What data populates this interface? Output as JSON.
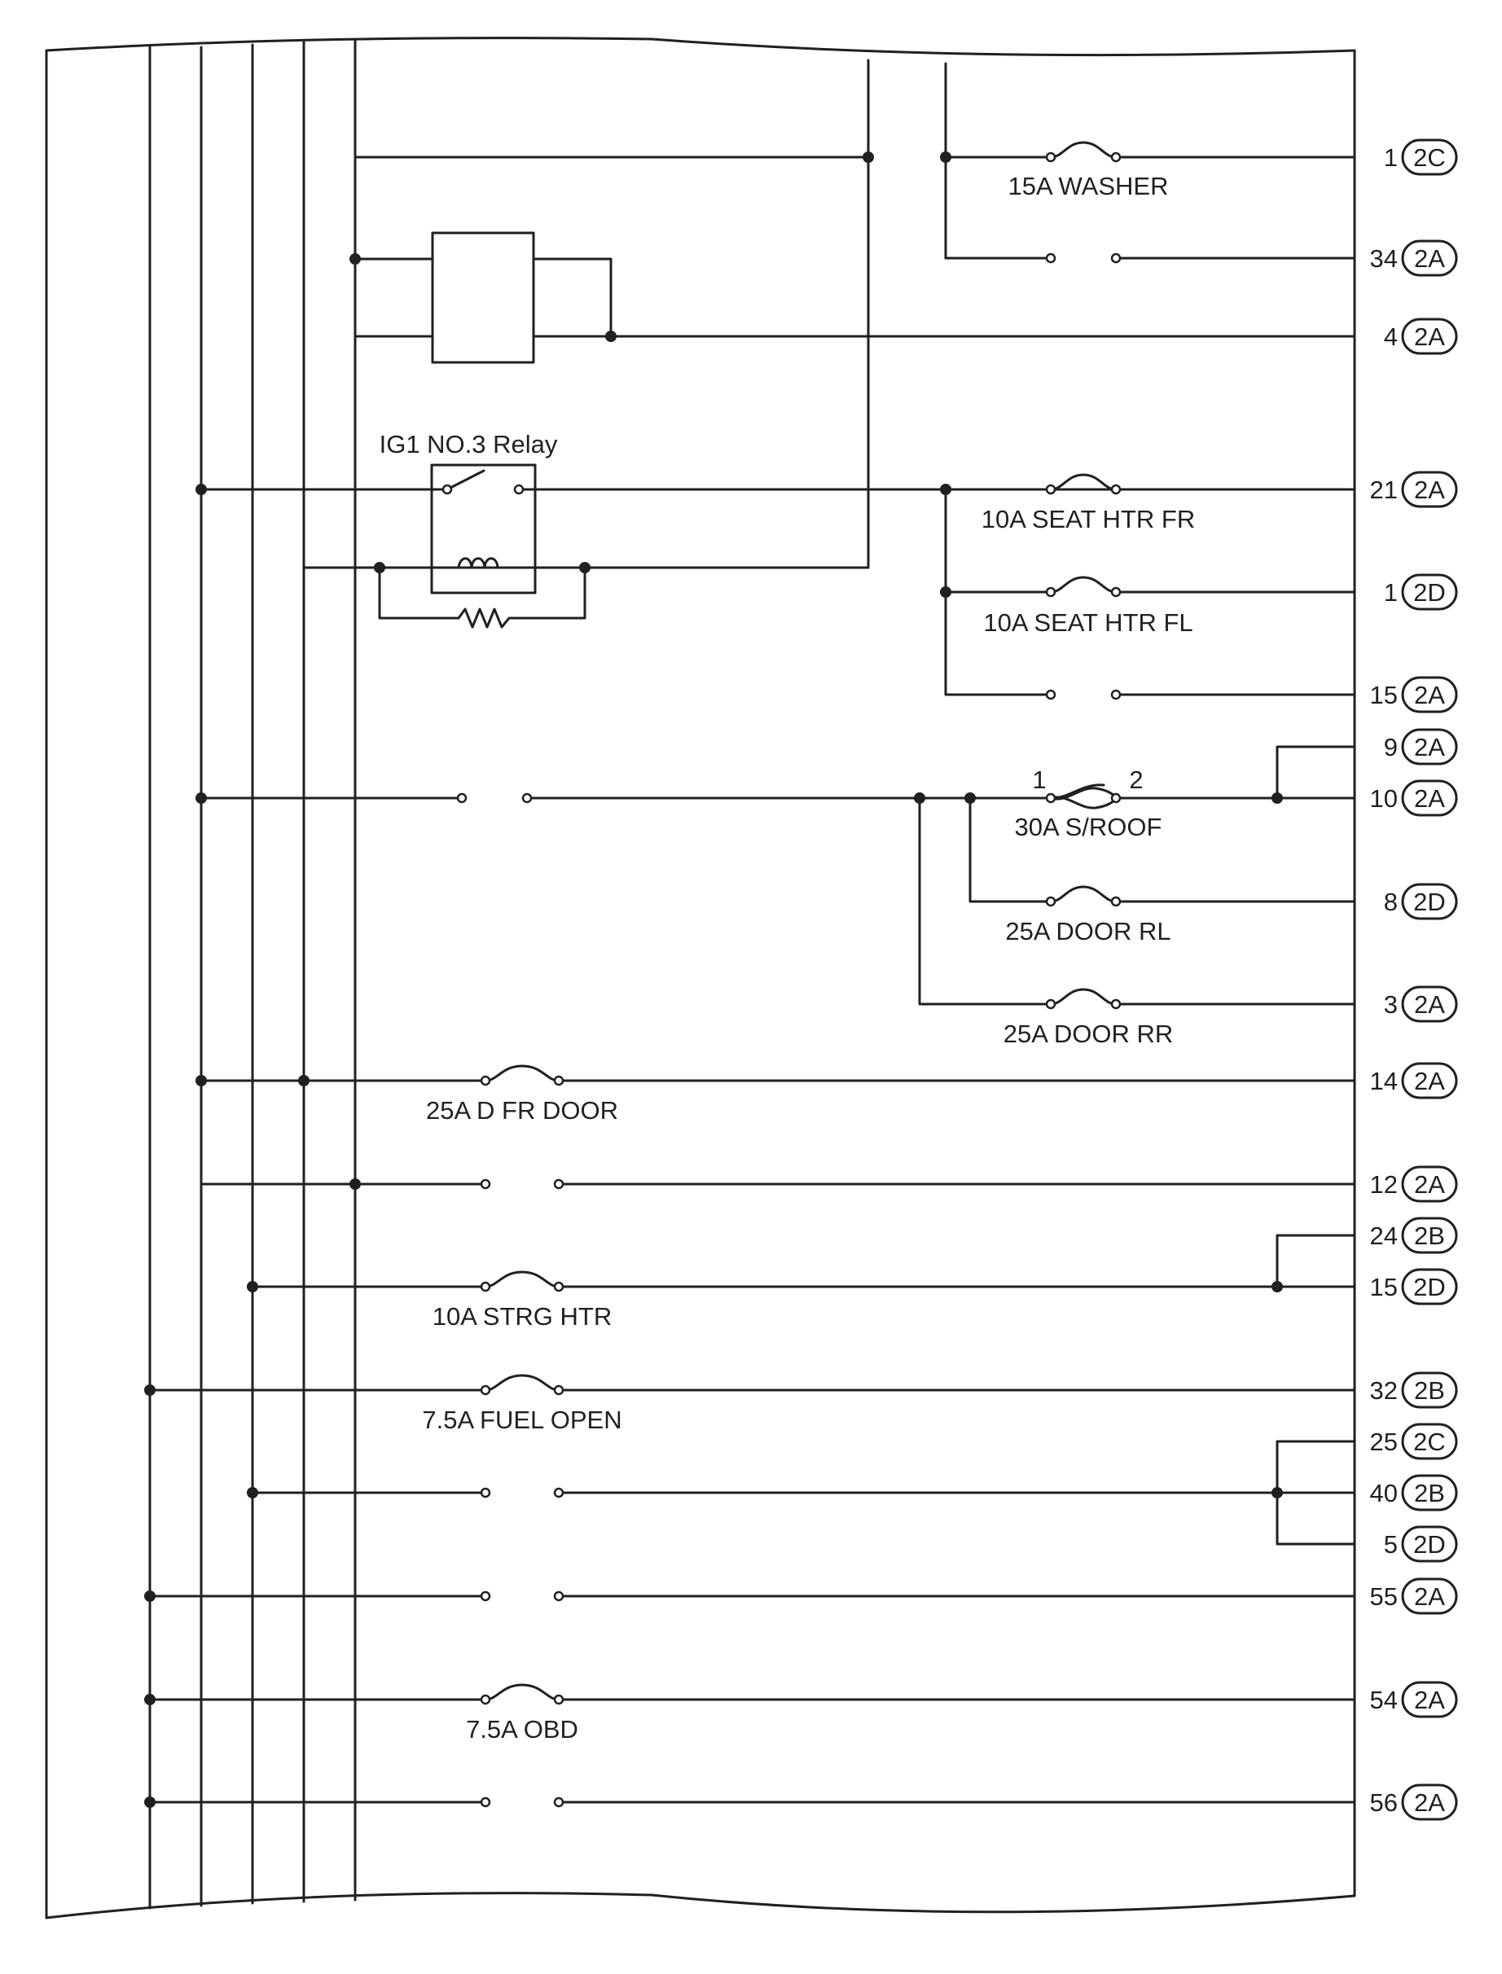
{
  "relay": {
    "title": "IG1 NO.3 Relay"
  },
  "fuses": [
    {
      "id": "washer",
      "label": "15A WASHER"
    },
    {
      "id": "seat-htr-fr",
      "label": "10A SEAT HTR FR"
    },
    {
      "id": "seat-htr-fl",
      "label": "10A SEAT HTR FL"
    },
    {
      "id": "s-roof",
      "label": "30A S/ROOF",
      "pin_left": "1",
      "pin_right": "2"
    },
    {
      "id": "door-rl",
      "label": "25A DOOR RL"
    },
    {
      "id": "door-rr",
      "label": "25A DOOR RR"
    },
    {
      "id": "d-fr-door",
      "label": "25A D FR DOOR"
    },
    {
      "id": "strg-htr",
      "label": "10A STRG HTR"
    },
    {
      "id": "fuel-open",
      "label": "7.5A FUEL OPEN"
    },
    {
      "id": "obd",
      "label": "7.5A OBD"
    }
  ],
  "terminals": [
    {
      "pin": "1",
      "connector": "2C"
    },
    {
      "pin": "34",
      "connector": "2A"
    },
    {
      "pin": "4",
      "connector": "2A"
    },
    {
      "pin": "21",
      "connector": "2A"
    },
    {
      "pin": "1",
      "connector": "2D"
    },
    {
      "pin": "15",
      "connector": "2A"
    },
    {
      "pin": "9",
      "connector": "2A"
    },
    {
      "pin": "10",
      "connector": "2A"
    },
    {
      "pin": "8",
      "connector": "2D"
    },
    {
      "pin": "3",
      "connector": "2A"
    },
    {
      "pin": "14",
      "connector": "2A"
    },
    {
      "pin": "12",
      "connector": "2A"
    },
    {
      "pin": "24",
      "connector": "2B"
    },
    {
      "pin": "15",
      "connector": "2D"
    },
    {
      "pin": "32",
      "connector": "2B"
    },
    {
      "pin": "25",
      "connector": "2C"
    },
    {
      "pin": "40",
      "connector": "2B"
    },
    {
      "pin": "5",
      "connector": "2D"
    },
    {
      "pin": "55",
      "connector": "2A"
    },
    {
      "pin": "54",
      "connector": "2A"
    },
    {
      "pin": "56",
      "connector": "2A"
    }
  ],
  "colors": {
    "line": "#231f20",
    "background": "#ffffff"
  }
}
